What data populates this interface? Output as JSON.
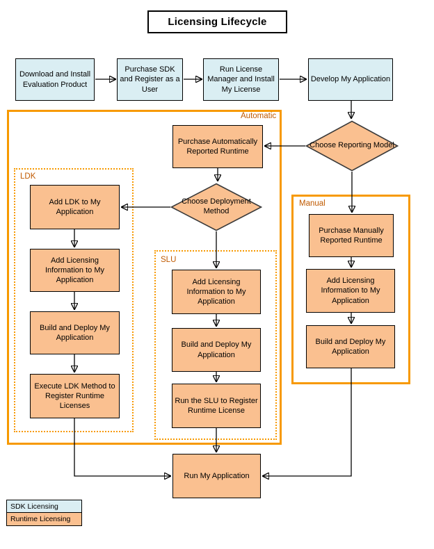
{
  "diagram": {
    "title": "Licensing Lifecycle",
    "sdk_nodes": [
      "Download and Install Evaluation Product",
      "Purchase SDK and Register as a User",
      "Run License Manager and Install My License",
      "Develop My Application"
    ],
    "decisions": [
      "Choose Reporting Model",
      "Choose Deployment Method"
    ],
    "automatic": {
      "label": "Automatic",
      "purchase_step": "Purchase Automatically Reported Runtime",
      "ldk": {
        "label": "LDK",
        "steps": [
          "Add LDK to My Application",
          "Add Licensing Information to My Application",
          "Build and Deploy My Application",
          "Execute LDK Method to Register Runtime Licenses"
        ]
      },
      "slu": {
        "label": "SLU",
        "steps": [
          "Add Licensing Information to My Application",
          "Build and Deploy My Application",
          "Run the SLU to Register Runtime License"
        ]
      }
    },
    "manual": {
      "label": "Manual",
      "steps": [
        "Purchase Manually Reported Runtime",
        "Add Licensing Information to My Application",
        "Build and Deploy My Application"
      ]
    },
    "final_node": "Run My Application",
    "edges": [
      {
        "from": "Download and Install Evaluation Product",
        "to": "Purchase SDK and Register as a User"
      },
      {
        "from": "Purchase SDK and Register as a User",
        "to": "Run License Manager and Install My License"
      },
      {
        "from": "Run License Manager and Install My License",
        "to": "Develop My Application"
      },
      {
        "from": "Develop My Application",
        "to": "Choose Reporting Model"
      },
      {
        "from": "Choose Reporting Model",
        "to": "Purchase Automatically Reported Runtime"
      },
      {
        "from": "Choose Reporting Model",
        "to": "Purchase Manually Reported Runtime"
      },
      {
        "from": "Purchase Automatically Reported Runtime",
        "to": "Choose Deployment Method"
      },
      {
        "from": "Choose Deployment Method",
        "to": "Add LDK to My Application"
      },
      {
        "from": "Choose Deployment Method",
        "to": "Add Licensing Information to My Application (SLU)"
      },
      {
        "from": "Add LDK to My Application",
        "to": "Add Licensing Information to My Application (LDK)"
      },
      {
        "from": "Add Licensing Information to My Application (LDK)",
        "to": "Build and Deploy My Application (LDK)"
      },
      {
        "from": "Build and Deploy My Application (LDK)",
        "to": "Execute LDK Method to Register Runtime Licenses"
      },
      {
        "from": "Execute LDK Method to Register Runtime Licenses",
        "to": "Run My Application"
      },
      {
        "from": "Add Licensing Information to My Application (SLU)",
        "to": "Build and Deploy My Application (SLU)"
      },
      {
        "from": "Build and Deploy My Application (SLU)",
        "to": "Run the SLU to Register Runtime License"
      },
      {
        "from": "Run the SLU to Register Runtime License",
        "to": "Run My Application"
      },
      {
        "from": "Purchase Manually Reported Runtime",
        "to": "Add Licensing Information to My Application (Manual)"
      },
      {
        "from": "Add Licensing Information to My Application (Manual)",
        "to": "Build and Deploy My Application (Manual)"
      },
      {
        "from": "Build and Deploy My Application (Manual)",
        "to": "Run My Application"
      }
    ]
  },
  "legend": [
    {
      "label": "SDK Licensing",
      "type": "sdk"
    },
    {
      "label": "Runtime Licensing",
      "type": "runtime"
    }
  ],
  "colors": {
    "sdk_fill": "#DAEEF3",
    "runtime_fill": "#FAC090",
    "container_border": "#F79900",
    "section_label_text": "#C05A00",
    "node_border": "#000000"
  }
}
